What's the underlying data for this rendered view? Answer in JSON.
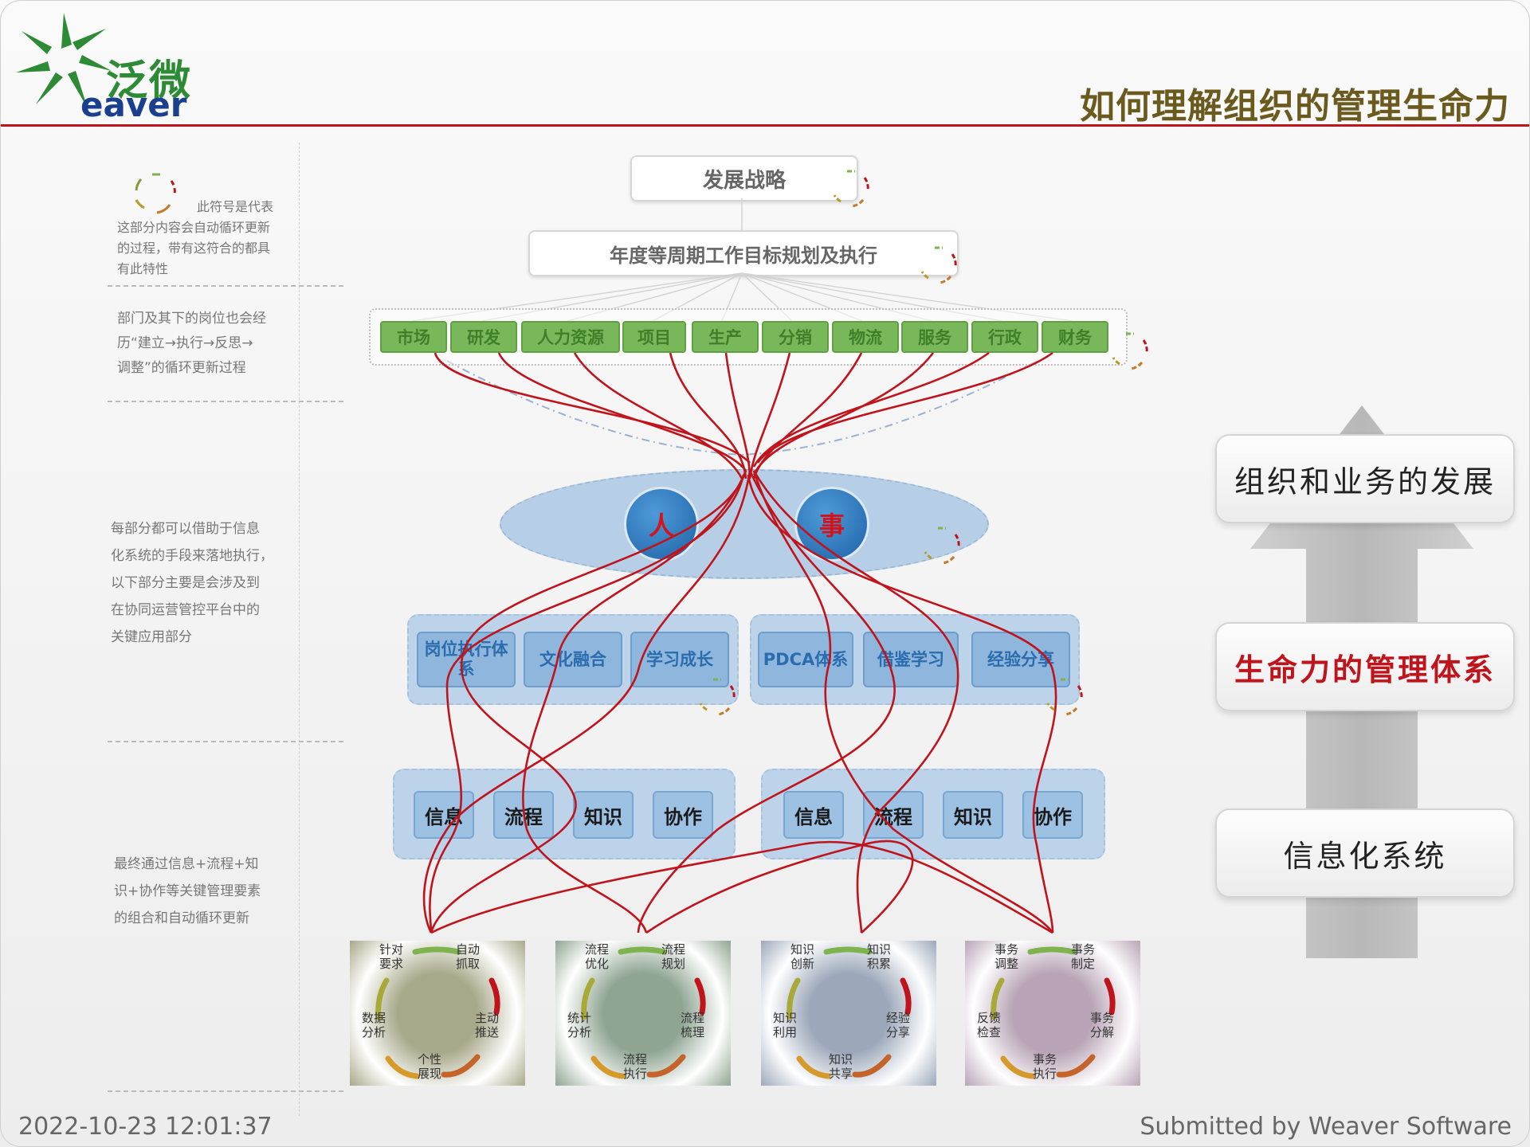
{
  "header": {
    "logo_cn": "泛微",
    "logo_en": "eaver",
    "title": "如何理解组织的管理生命力"
  },
  "notes": {
    "cycle_symbol": [
      "此符号是代表",
      "这部分内容会自动循环更新",
      "的过程，带有这符合的都具",
      "有此特性"
    ],
    "department": [
      "部门及其下的岗位也会经",
      "历“建立→执行→反思→",
      "调整”的循环更新过程"
    ],
    "info_system": [
      "每部分都可以借助于信息",
      "化系统的手段来落地执行，",
      "以下部分主要是会涉及到",
      "在协同运营管控平台中的",
      "关键应用部分"
    ],
    "final": [
      "最终通过信息+流程+知",
      "识+协作等关键管理要素",
      "的组合和自动循环更新"
    ]
  },
  "diagram": {
    "strategy": "发展战略",
    "annual_plan": "年度等周期工作目标规划及执行",
    "departments": [
      "市场",
      "研发",
      "人力资源",
      "项目",
      "生产",
      "分销",
      "物流",
      "服务",
      "行政",
      "财务"
    ],
    "person": "人",
    "affair": "事",
    "left_group": [
      "岗位执行体系",
      "文化融合",
      "学习成长"
    ],
    "right_group": [
      "PDCA体系",
      "借鉴学习",
      "经验分享"
    ],
    "info_left": [
      "信息",
      "流程",
      "知识",
      "协作"
    ],
    "info_right": [
      "信息",
      "流程",
      "知识",
      "协作"
    ],
    "cycles": [
      {
        "labels": [
          "针对要求",
          "自动抓取",
          "主动推送",
          "个性展现",
          "数据分析"
        ],
        "color": "#a8a88a"
      },
      {
        "labels": [
          "流程优化",
          "流程规划",
          "流程梳理",
          "流程执行",
          "统计分析"
        ],
        "color": "#8fa592"
      },
      {
        "labels": [
          "知识创新",
          "知识积累",
          "经验分享",
          "知识共享",
          "知识利用"
        ],
        "color": "#9ca8ba"
      },
      {
        "labels": [
          "事务调整",
          "事务制定",
          "事务分解",
          "事务执行",
          "反馈检查"
        ],
        "color": "#b8a4b6"
      }
    ]
  },
  "side": {
    "top": "组织和业务的发展",
    "middle": "生命力的管理体系",
    "bottom": "信息化系统",
    "middle_color": "#c0141c"
  },
  "footer": {
    "timestamp": "2022-10-23 12:01:37",
    "credit": "Submitted by Weaver Software"
  }
}
